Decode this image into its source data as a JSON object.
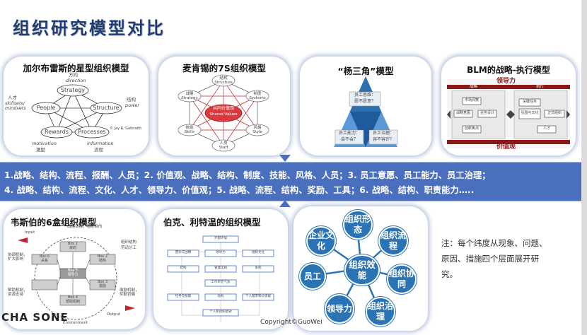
{
  "title": "组织研究模型对比",
  "cards": {
    "galbraith": {
      "title": "加尔布雷斯的星型组织模型",
      "nodes": [
        "Strategy",
        "People",
        "Structure",
        "Rewards",
        "Processes"
      ],
      "labels": {
        "top_cn": "方向",
        "top_en": "direction",
        "left_cn": "人才",
        "left_en": "skillsets/ mindsets",
        "right_cn": "结构",
        "right_en": "power",
        "bottom_left_en": "motivation",
        "bottom_left_cn": "激励",
        "bottom_right_en": "information",
        "bottom_right_cn": "流程",
        "credit": "© Jay R. Galbraith"
      }
    },
    "mckinsey": {
      "title": "麦肯锡的7S组织模型",
      "center_cn": "共同价值观",
      "center_en": "Shared Values",
      "nodes": [
        {
          "cn": "结构",
          "en": "Structure"
        },
        {
          "cn": "制度",
          "en": "Systems"
        },
        {
          "cn": "风格",
          "en": "Style"
        },
        {
          "cn": "人员",
          "en": "Staff"
        },
        {
          "cn": "技能",
          "en": "Skills"
        },
        {
          "cn": "战略",
          "en": "Strategy"
        }
      ]
    },
    "yang": {
      "title": "“杨三角”模型",
      "top_box": {
        "line1": "员工思维：",
        "line2": "愿不愿意？"
      },
      "left_box": {
        "line1": "员工能力：",
        "line2": "会不会？"
      },
      "right_box": {
        "line1": "员工治理：",
        "line2": "容不容许？"
      }
    },
    "blm": {
      "title": "BLM的战略-执行模型",
      "leadership": "领导力",
      "values": "价值观",
      "strategy": "战略",
      "execution": "执行",
      "cells": [
        "市场洞察",
        "战略意图",
        "业务设计",
        "创新焦点",
        "关键任务",
        "氛围与文化",
        "正式组织",
        "人才"
      ]
    },
    "weisbord": {
      "title": "韦斯伯的6盒组织模型",
      "labels": {
        "input": "Input",
        "output": "Output",
        "environment": "Environment",
        "top": "战略目标，组织目的",
        "left": "协调机制，扩大影响",
        "bottom_left": "帮助机制，资源支持",
        "bottom_right": "激励机制，奖勤罚懒",
        "right_top": "组织结构",
        "right_mid": "劳动分工"
      },
      "boxes": [
        "Box 1",
        "Box 2",
        "Box 3",
        "Box 4",
        "Box 5",
        "Box 6"
      ],
      "box_cn": [
        "目的",
        "结构",
        "激励",
        "帮助机制",
        "领导力",
        "关系"
      ]
    },
    "burke": {
      "title": "伯克、利特温的组织模型",
      "cells": [
        "外部环境",
        "使命与战略",
        "领导力",
        "组织文化",
        "结构",
        "管理实践",
        "系统",
        "工作单元气氛",
        "任务与技能",
        "个人需求和价值观",
        "动机",
        "个人和组织绩效"
      ]
    },
    "seven": {
      "center": "组织效能",
      "nodes": [
        "组织形态",
        "组织流程",
        "组织协同",
        "组织治理",
        "领导力",
        "员工",
        "企业文化"
      ]
    }
  },
  "banner": {
    "line1": "1.战略、结构、流程、报酬、人员；2. 价值观、战略、结构、制度、技能、风格、人员；3. 员工意愿、员工能力、员工治理；",
    "line2": "4. 战略、结构、流程、文化、人才、领导力、价值观；5. 战略、流程、结构、奖励、工具；6. 战略、结构、职责能力….."
  },
  "note": "注：每个纬度从现象、问题、原因、措施四个层面展开研究。",
  "footer": {
    "logo": "CHA  SONE",
    "copyright": "Copyright©GuoWei"
  },
  "colors": {
    "title": "#1f3c74",
    "banner": "#4a6fbf",
    "node": "#2a73b4",
    "card_glow": "#6e8cbe"
  }
}
